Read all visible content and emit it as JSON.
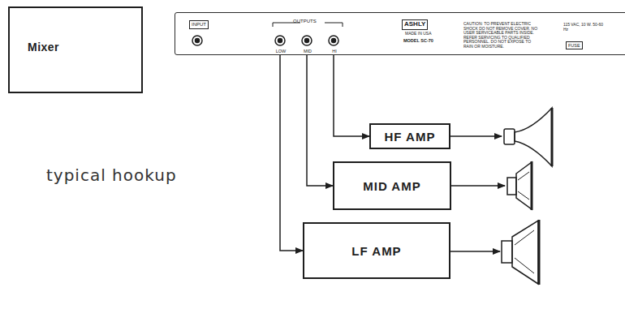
{
  "diagram": {
    "nodes": [
      {
        "text": [
          "Mixer"
        ]
      },
      {
        "text": [
          "INPUT",
          "OUTPUTS",
          "LOW",
          "MID",
          "HI",
          "ASHLY",
          "MADE IN USA",
          "MODEL SC-70",
          "CAUTION: TO PREVENT ELECTRIC SHOCK DO NOT REMOVE COVER. NO USER SERVICEABLE PARTS INSIDE. REFER SERVICING TO QUALIFIED PERSONNEL. DO NOT EXPOSE TO RAIN OR MOISTURE.",
          "115 VAC, 10 W. 50-60 Hz",
          "FUSE"
        ]
      },
      {
        "text": [
          "HF AMP"
        ]
      },
      {
        "text": [
          "MID AMP"
        ]
      },
      {
        "text": [
          "LF AMP"
        ]
      }
    ],
    "edges": [
      {
        "from": 1,
        "to": 2,
        "arrow": "to"
      },
      {
        "from": 1,
        "to": 3,
        "arrow": "to"
      },
      {
        "from": 1,
        "to": 4,
        "arrow": "to"
      }
    ],
    "labels": [
      "typical hookup"
    ]
  }
}
